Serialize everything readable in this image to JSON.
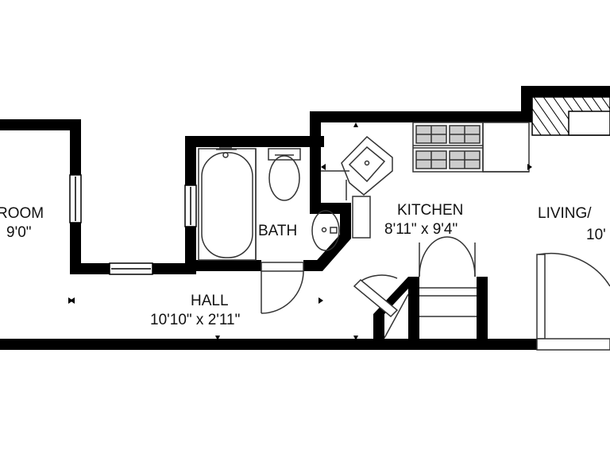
{
  "rooms": {
    "bedroom": {
      "name": "ROOM",
      "dimensions": "9'0\""
    },
    "bath": {
      "name": "BATH"
    },
    "kitchen": {
      "name": "KITCHEN",
      "dimensions": "8'11\" x 9'4\""
    },
    "hall": {
      "name": "HALL",
      "dimensions": "10'10\" x 2'11\""
    },
    "living": {
      "name": "LIVING/",
      "dimensions": "10'"
    }
  },
  "colors": {
    "wall": "#000000",
    "background": "#ffffff",
    "fixture": "#333333",
    "hatch": "#000000"
  }
}
